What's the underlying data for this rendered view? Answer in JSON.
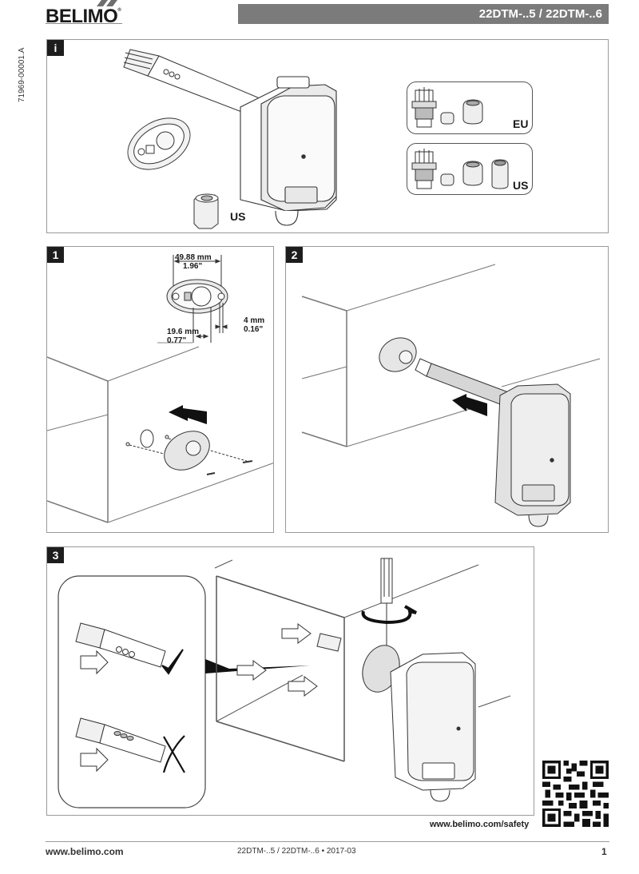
{
  "header": {
    "brand": "BELIMO",
    "brand_mark": "®",
    "model_title": "22DTM-..5 / 22DTM-..6"
  },
  "side_label": {
    "document_id": "71969-00001.A"
  },
  "panels": {
    "info": {
      "badge": "i",
      "adapter_label": "US",
      "kits": [
        {
          "label": "EU",
          "parts": [
            "cable-gland",
            "seal-insert",
            "cap-nut"
          ]
        },
        {
          "label": "US",
          "parts": [
            "cable-gland",
            "seal-insert",
            "cap-nut",
            "conduit-adapter"
          ]
        }
      ]
    },
    "step1": {
      "badge": "1",
      "dimensions": {
        "hole_spacing_mm": "49.88 mm",
        "hole_spacing_in": "1.96\"",
        "bore_mm": "19.6 mm",
        "bore_in": "0.77\"",
        "screw_hole_mm": "4 mm",
        "screw_hole_in": "0.16\""
      }
    },
    "step2": {
      "badge": "2"
    },
    "step3": {
      "badge": "3",
      "orientation_correct": "correct",
      "orientation_wrong": "wrong"
    }
  },
  "safety": {
    "url": "www.belimo.com/safety"
  },
  "footer": {
    "website": "www.belimo.com",
    "doc_info": "22DTM-..5 / 22DTM-..6 • 2017-03",
    "page_number": "1"
  },
  "colors": {
    "title_bar": "#7b7b7b",
    "badge": "#1d1d1d",
    "panel_border": "#9a9a9a",
    "device_fill": "#e4e4e4"
  }
}
